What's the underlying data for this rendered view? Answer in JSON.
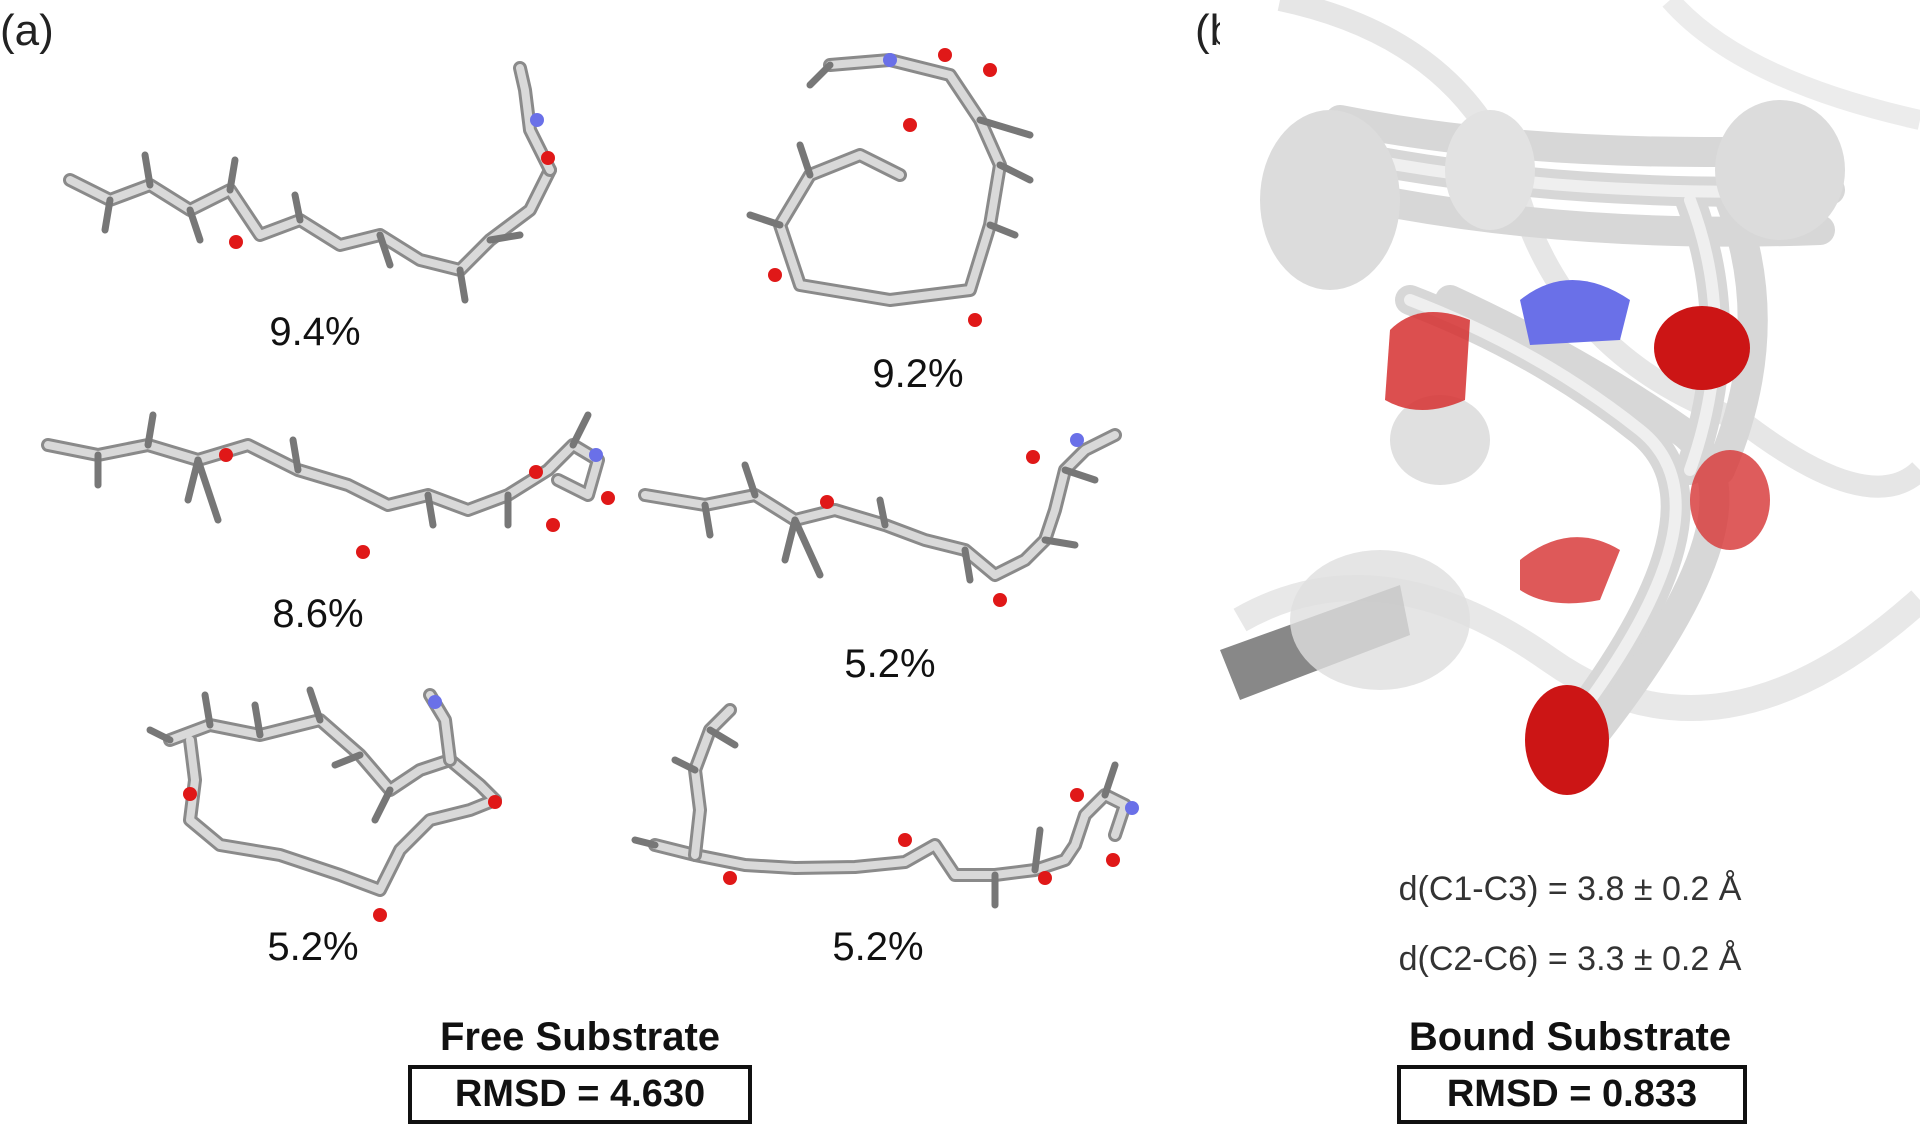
{
  "panel_a": {
    "label": "(a)",
    "conformers": [
      {
        "pct": "9.4%"
      },
      {
        "pct": "9.2%"
      },
      {
        "pct": "8.6%"
      },
      {
        "pct": "5.2%"
      },
      {
        "pct": "5.2%"
      },
      {
        "pct": "5.2%"
      }
    ],
    "heading": "Free Substrate",
    "rmsd": "RMSD = 4.630"
  },
  "panel_b": {
    "label": "(b)",
    "dist1": "d(C1-C3) = 3.8 ± 0.2 Å",
    "dist2": "d(C2-C6) = 3.3 ± 0.2 Å",
    "heading": "Bound Substrate",
    "rmsd": "RMSD = 0.833"
  },
  "colors": {
    "carbon": "#d9d9d9",
    "oxygen": "#e01818",
    "nitrogen": "#6a70e8"
  }
}
